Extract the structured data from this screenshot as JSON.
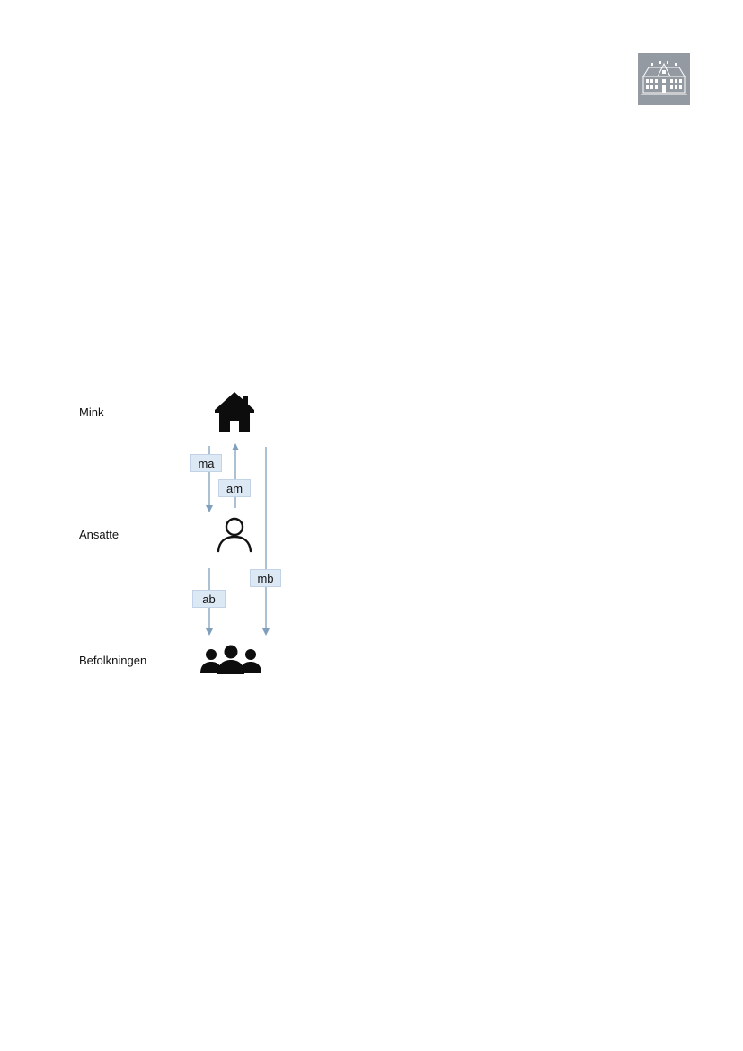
{
  "logo": {
    "icon": "manor-house-icon",
    "background": "#949aa2"
  },
  "nodes": {
    "mink": {
      "label": "Mink",
      "icon": "house-icon"
    },
    "ansatte": {
      "label": "Ansatte",
      "icon": "person-icon"
    },
    "befolkningen": {
      "label": "Befolkningen",
      "icon": "group-icon"
    }
  },
  "edges": [
    {
      "id": "ma",
      "label": "ma",
      "from": "Mink",
      "to": "Ansatte"
    },
    {
      "id": "am",
      "label": "am",
      "from": "Ansatte",
      "to": "Mink"
    },
    {
      "id": "ab",
      "label": "ab",
      "from": "Ansatte",
      "to": "Befolkningen"
    },
    {
      "id": "mb",
      "label": "mb",
      "from": "Mink",
      "to": "Befolkningen"
    }
  ],
  "colors": {
    "arrow": "#7f9fbd",
    "edge_label_fill": "#dde8f5"
  }
}
